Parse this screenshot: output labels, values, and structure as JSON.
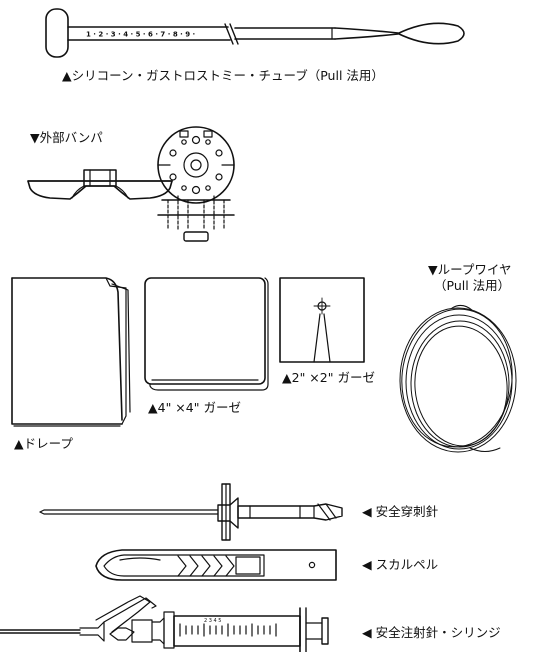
{
  "labels": {
    "tube": "▲シリコーン・ガストロストミー・チューブ（Pull 法用）",
    "bumper": "▼外部バンパ",
    "wire_line1": "▼ループワイヤ",
    "wire_line2": "（Pull 法用）",
    "gauze2": "▲2\" ×2\" ガーゼ",
    "gauze4": "▲4\" ×4\" ガーゼ",
    "drape": "▲ドレープ",
    "needle": "◀ 安全穿刺針",
    "scalpel": "◀ スカルペル",
    "syringe": "◀ 安全注射針・シリンジ"
  },
  "tube_markings": "1 · 2 · 3 · 4 · 5 · 6 · 7 · 8 · 9 ·",
  "colors": {
    "ink": "#111111",
    "paper": "#ffffff"
  }
}
